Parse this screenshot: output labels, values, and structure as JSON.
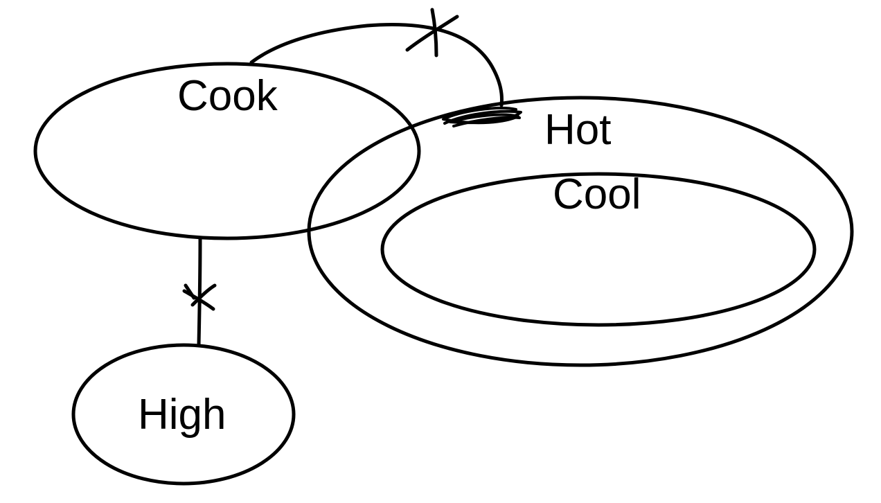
{
  "diagram": {
    "nodes": [
      {
        "id": "cook",
        "label": "Cook"
      },
      {
        "id": "hot",
        "label": "Hot"
      },
      {
        "id": "cool",
        "label": "Cool"
      },
      {
        "id": "high",
        "label": "High"
      }
    ],
    "edges": [
      {
        "from": "cook",
        "to": "hot",
        "marker": "cross"
      },
      {
        "from": "cook",
        "to": "high",
        "marker": "cross"
      }
    ],
    "containment": [
      {
        "outer": "hot",
        "inner": "cool"
      }
    ]
  }
}
